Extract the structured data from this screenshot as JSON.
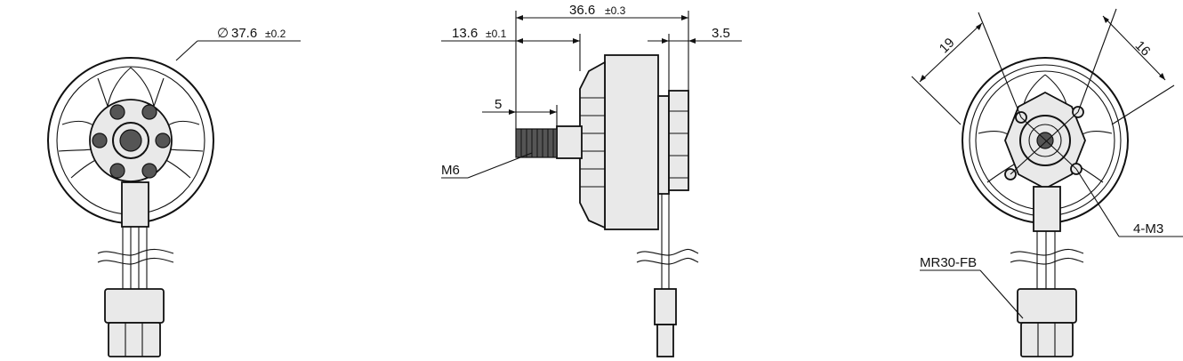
{
  "front_view": {
    "diameter_value": "37.6",
    "diameter_tolerance": "±0.2",
    "diameter_symbol": "∅"
  },
  "side_view": {
    "overall_length_value": "36.6",
    "overall_length_tolerance": "±0.3",
    "shaft_length_value": "13.6",
    "shaft_length_tolerance": "±0.1",
    "mount_thickness_value": "3.5",
    "thread_length_value": "5",
    "thread_label": "M6"
  },
  "rear_view": {
    "hole_spacing_a": "19",
    "hole_spacing_b": "16",
    "screw_label": "4-M3",
    "connector_label": "MR30-FB"
  }
}
